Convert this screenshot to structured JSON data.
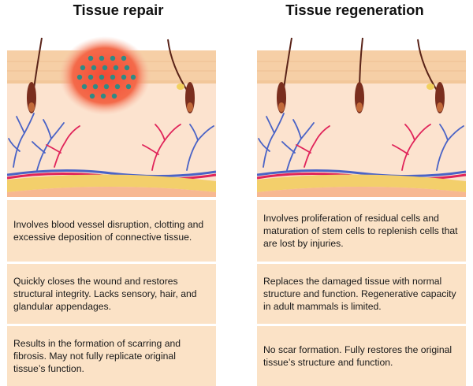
{
  "titles": {
    "repair": "Tissue repair",
    "regeneration": "Tissue regeneration"
  },
  "repair": {
    "rows": [
      "Involves blood vessel disruption, clotting and excessive deposition of connective tissue.",
      "Quickly closes the wound and restores structural integrity. Lacks sensory, hair, and glandular appendages.",
      "Results in the formation of scarring and fibrosis. May not fully replicate original tissue’s function."
    ]
  },
  "regeneration": {
    "rows": [
      "Involves proliferation of residual cells and maturation of stem cells to replenish cells that are lost by injuries.",
      "Replaces the damaged tissue with normal structure and function. Regenerative capacity in adult mammals is limited.",
      "No scar formation. Fully restores the original tissue’s structure and function."
    ]
  },
  "colors": {
    "box_fill": "#fbe2c6",
    "skin_base": "#fce3cf",
    "epidermis": "#f6cfa6",
    "hair": "#5a2318",
    "wound": "#f24a35",
    "cells": "#2f8a85",
    "artery": "#e0245a",
    "vein": "#4a63c6",
    "fat": "#f3cf6b"
  }
}
